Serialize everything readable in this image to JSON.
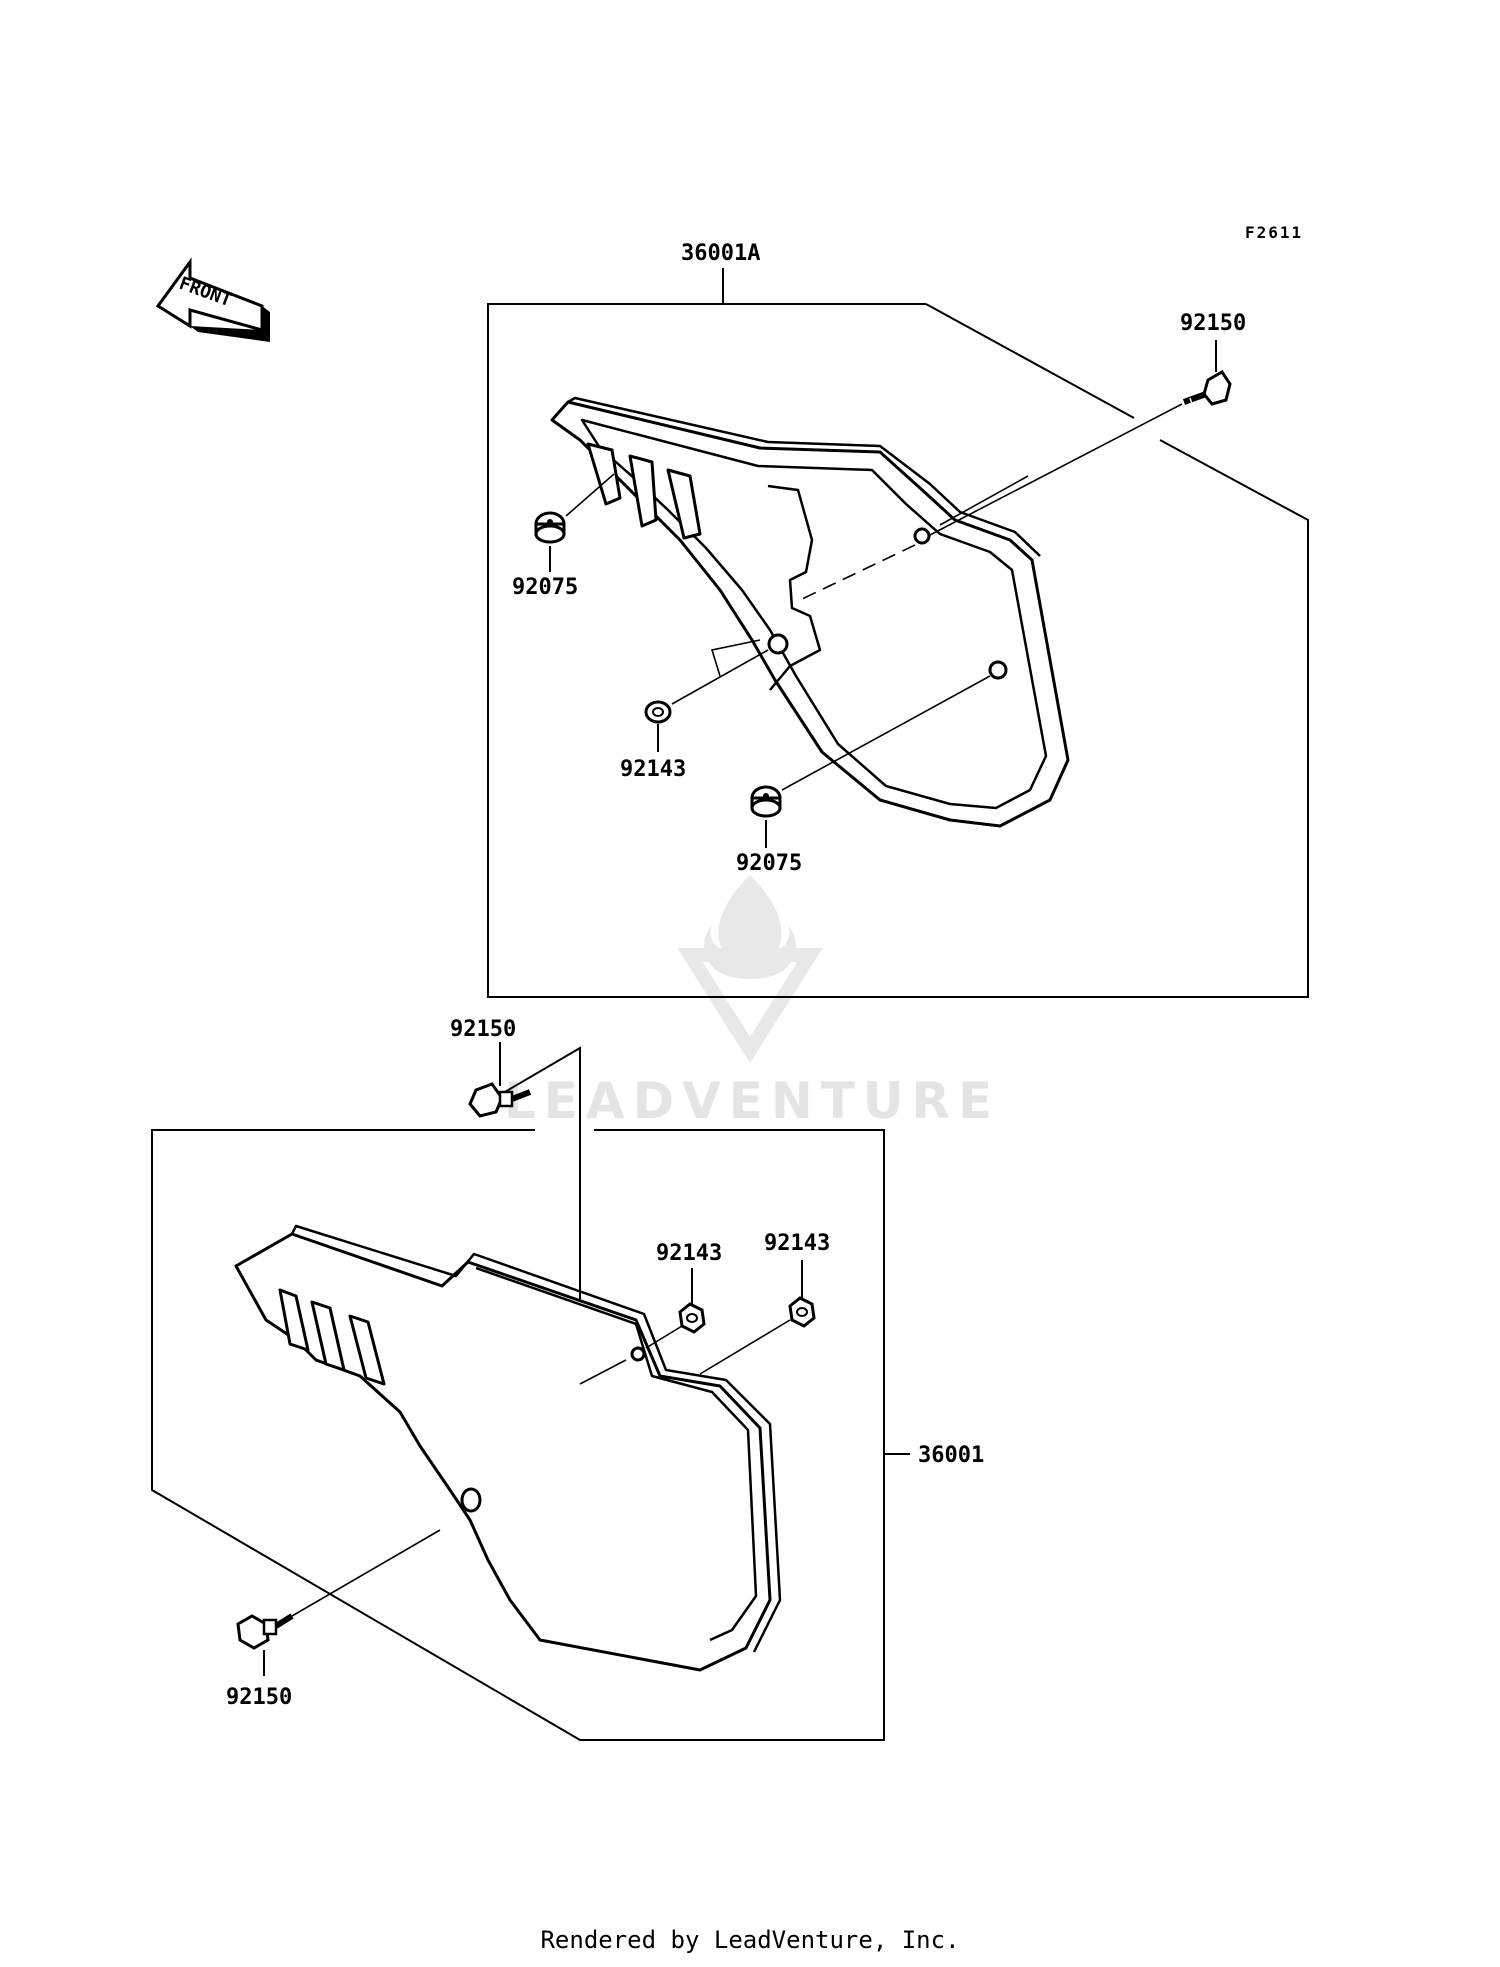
{
  "figure_code": "F2611",
  "front_label": "FRONT",
  "parts": {
    "upper_assembly": "36001A",
    "upper_bolt": "92150",
    "upper_grommet_left": "92075",
    "upper_collar": "92143",
    "upper_grommet_bottom": "92075",
    "lower_bolt_top": "92150",
    "lower_collar_left": "92143",
    "lower_collar_right": "92143",
    "lower_assembly": "36001",
    "lower_bolt_bottom": "92150"
  },
  "watermark": {
    "brand": "LEADVENTURE"
  },
  "footer": "Rendered by LeadVenture, Inc."
}
